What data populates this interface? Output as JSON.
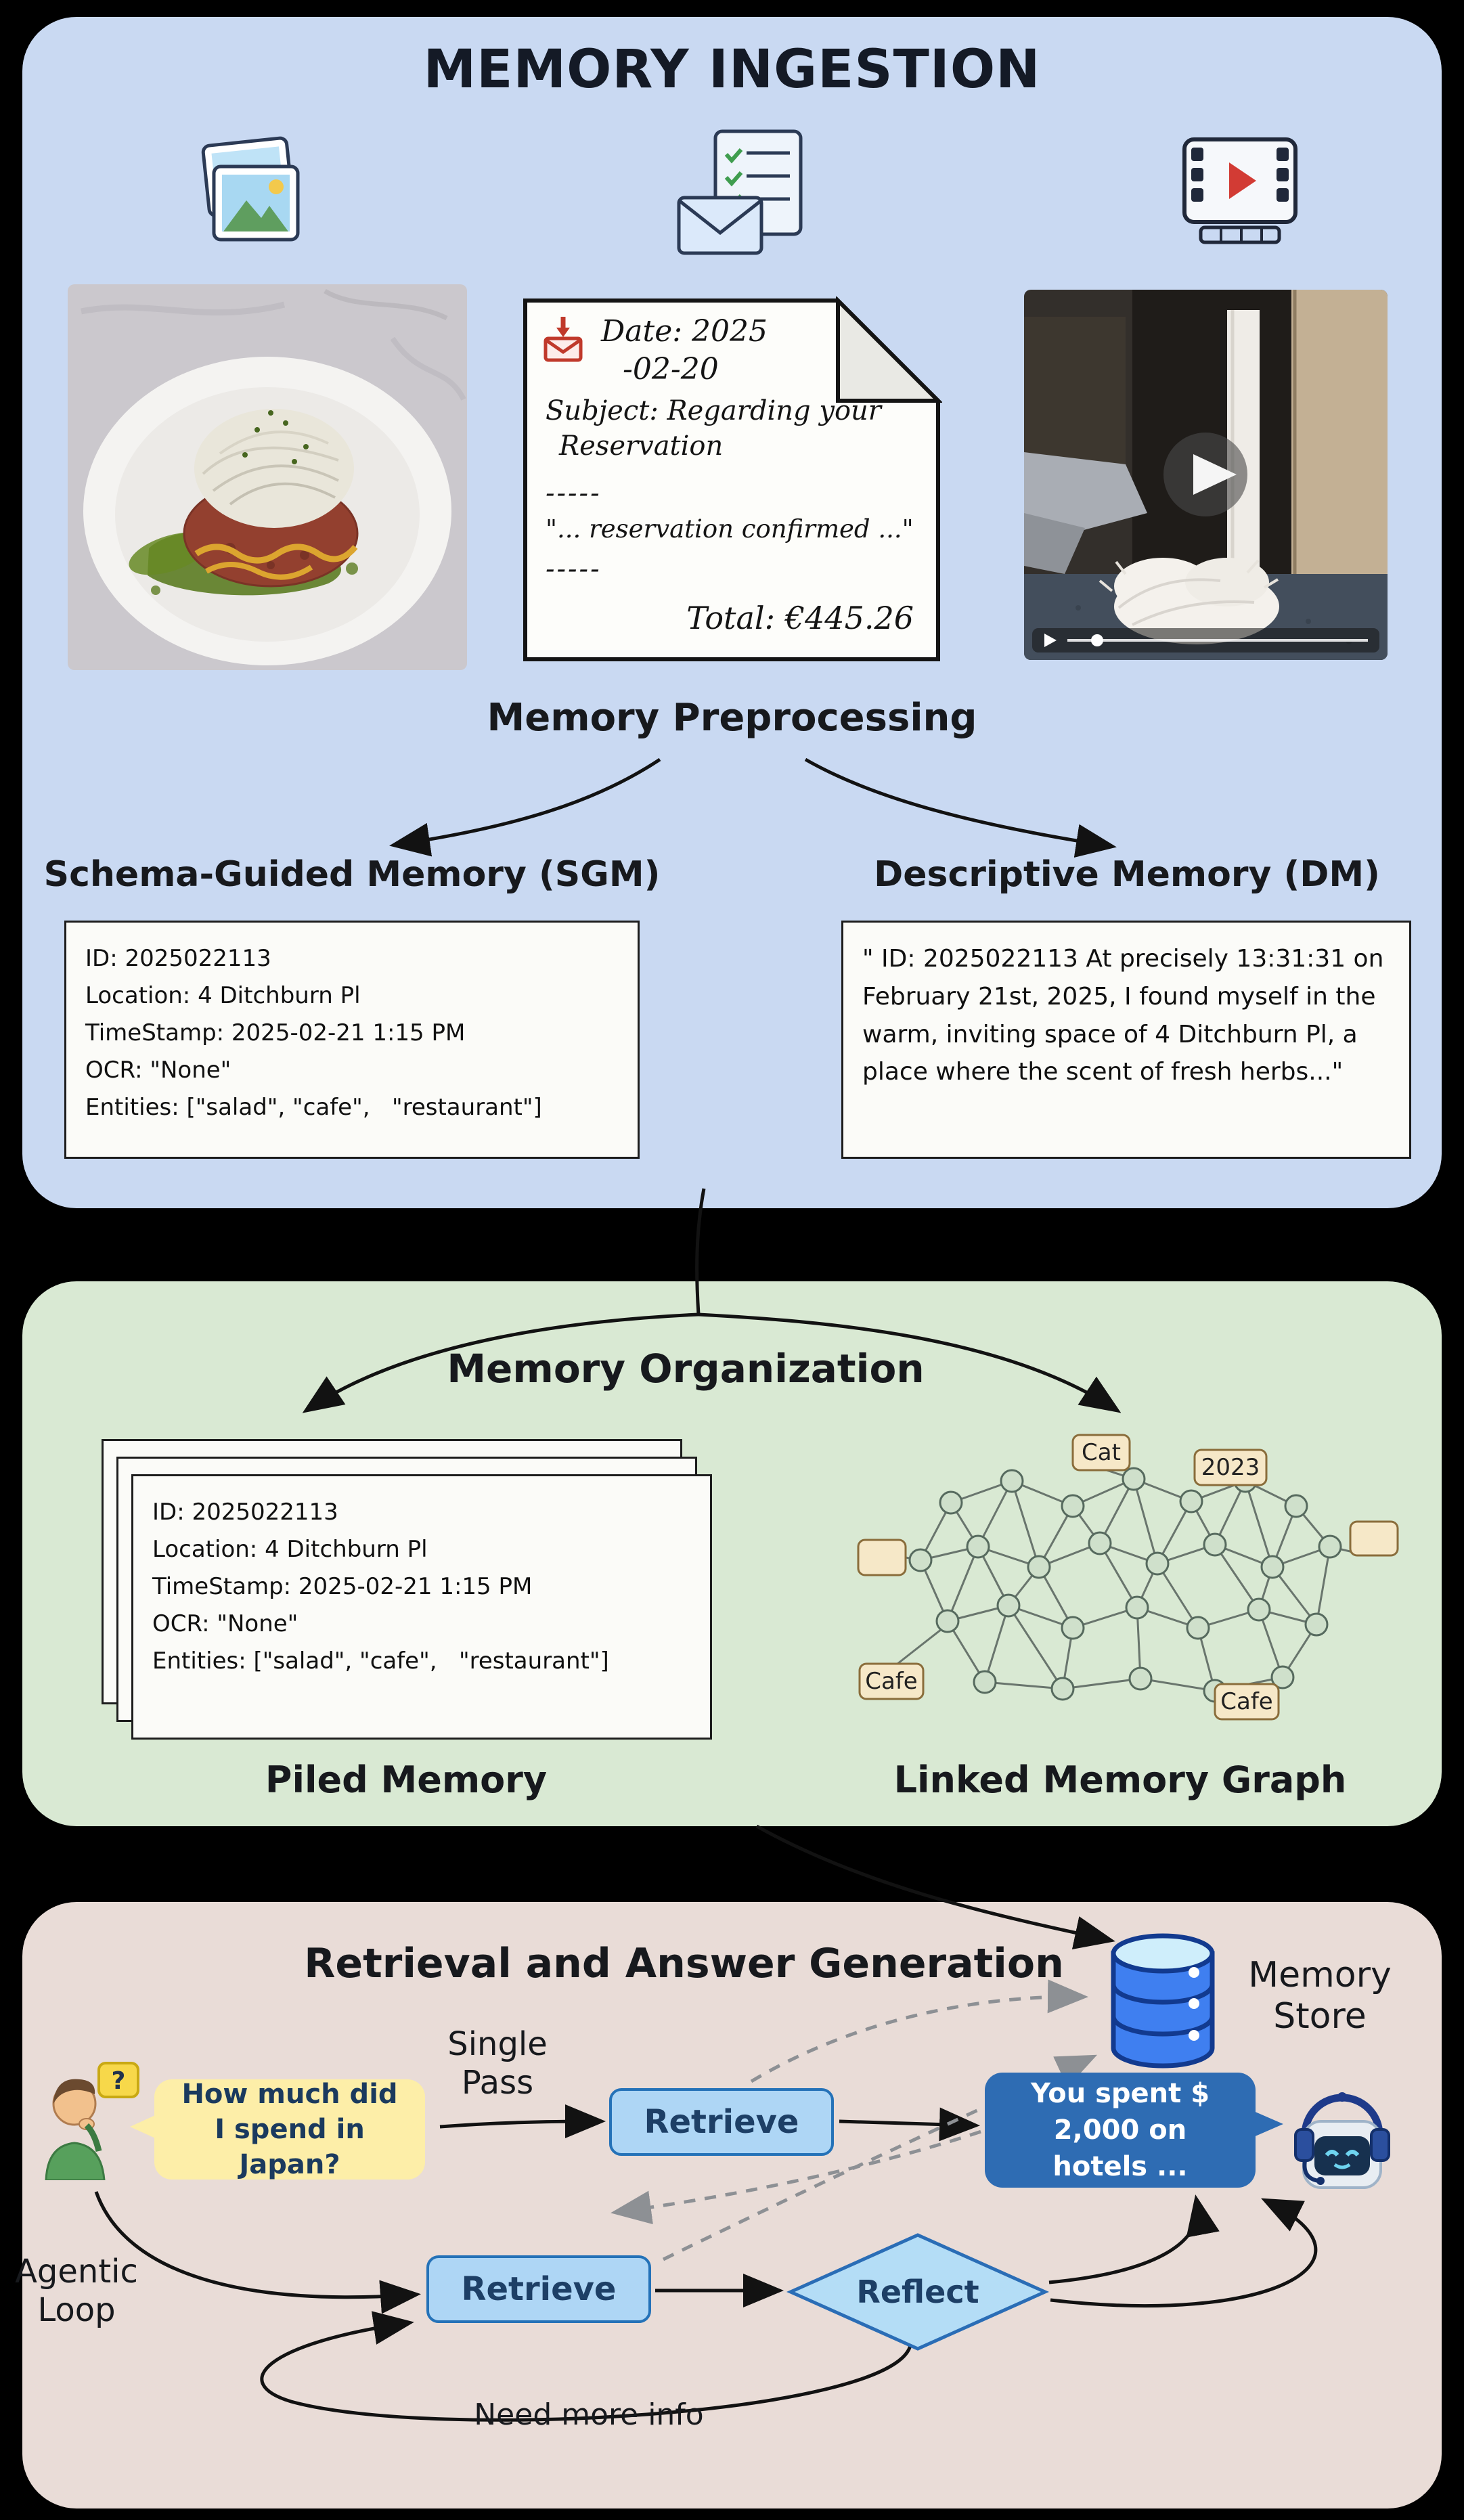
{
  "ingestion": {
    "title": "MEMORY INGESTION",
    "preprocessing_label": "Memory Preprocessing",
    "sgm_label": "Schema-Guided Memory (SGM)",
    "dm_label": "Descriptive Memory (DM)",
    "note": {
      "date_line_1": "Date: 2025",
      "date_line_2": "-02-20",
      "subject_line_1": "Subject: Regarding your",
      "subject_line_2": "Reservation",
      "separator_1": "-----",
      "body": "\"... reservation confirmed ...\"",
      "separator_2": "-----",
      "total": "Total: €445.26"
    },
    "sgm_box": {
      "lines": [
        "ID: 2025022113",
        "Location: 4 Ditchburn Pl",
        "TimeStamp: 2025-02-21 1:15 PM",
        "OCR: \"None\"",
        "Entities: [\"salad\", \"cafe\",   \"restaurant\"]"
      ]
    },
    "dm_box": {
      "text": "\" ID: 2025022113 At precisely 13:31:31 on February 21st, 2025, I found myself in the warm, inviting space of 4 Ditchburn Pl, a place where the scent of fresh herbs...\""
    }
  },
  "organization": {
    "title": "Memory Organization",
    "piled_label": "Piled Memory",
    "graph_label": "Linked Memory Graph",
    "pile_box": {
      "lines": [
        "ID: 2025022113",
        "Location: 4 Ditchburn Pl",
        "TimeStamp: 2025-02-21 1:15 PM",
        "OCR: \"None\"",
        "Entities: [\"salad\", \"cafe\",   \"restaurant\"]"
      ]
    },
    "graph_tags": {
      "cat": "Cat",
      "year": "2023",
      "cafe_left": "Cafe",
      "cafe_right": "Cafe"
    }
  },
  "retrieval": {
    "title": "Retrieval and Answer Generation",
    "memory_store_line_1": "Memory",
    "memory_store_line_2": "Store",
    "single_pass_line_1": "Single",
    "single_pass_line_2": "Pass",
    "agentic_line_1": "Agentic",
    "agentic_line_2": "Loop",
    "user_thought": "?",
    "question_bubble": "How much did I spend in Japan?",
    "retrieve_single_label": "Retrieve",
    "retrieve_agentic_label": "Retrieve",
    "reflect_label": "Reflect",
    "answer_bubble": "You spent $ 2,000 on hotels ...",
    "need_more_info": "Need more info"
  },
  "icons": [
    "photos-icon",
    "mail-checklist-icon",
    "video-icon",
    "mail-download-icon",
    "play-button-icon",
    "video-play-icon",
    "memory-store-icon",
    "user-icon",
    "robot-icon"
  ],
  "colors": {
    "panel_ingestion": "#c9d9f2",
    "panel_organization": "#d9e9d3",
    "panel_retrieval": "#e9dcd7",
    "retrieve_fill": "#aed6f5",
    "retrieve_border": "#2472b8",
    "reflect_fill": "#b4ddf6",
    "answer_bubble": "#2e6cb3",
    "question_bubble": "#fdeea8",
    "memory_store_blue": "#3f7ff0",
    "dashed_arrow_gray": "#8d9094",
    "graph_tag_fill": "#f6e8c8"
  }
}
